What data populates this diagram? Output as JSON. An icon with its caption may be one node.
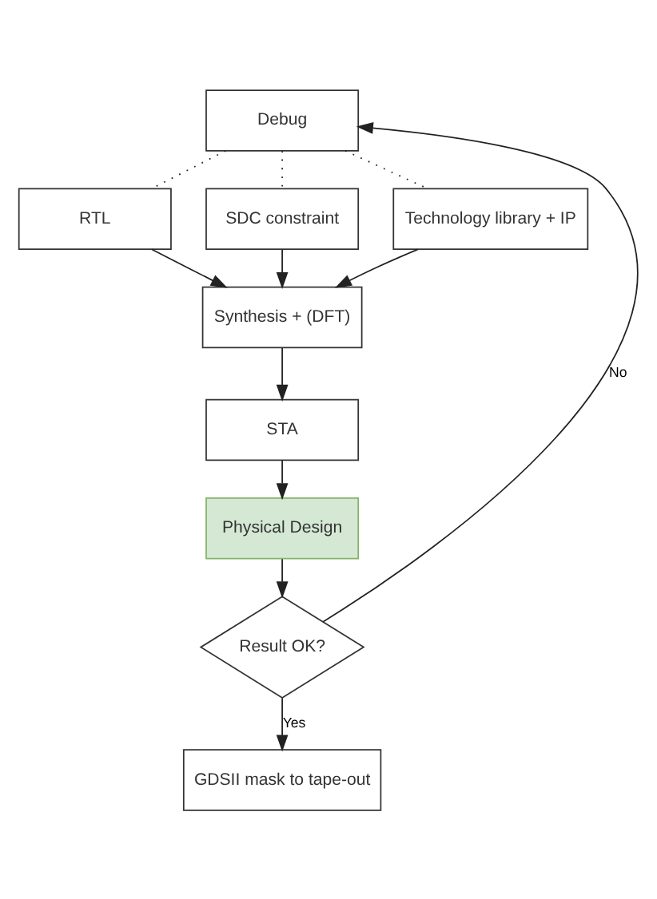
{
  "diagram": {
    "nodes": [
      {
        "text": [
          "Debug"
        ]
      },
      {
        "text": [
          "RTL"
        ]
      },
      {
        "text": [
          "SDC constraint"
        ]
      },
      {
        "text": [
          "Technology library + IP"
        ]
      },
      {
        "text": [
          "Synthesis + (DFT)"
        ]
      },
      {
        "text": [
          "STA"
        ]
      },
      {
        "text": [
          "Physical Design"
        ]
      },
      {
        "text": [
          "Result OK?"
        ]
      },
      {
        "text": [
          "GDSII mask to tape-out"
        ]
      }
    ],
    "edges": [
      {
        "from": 0,
        "to": 1,
        "arrow": "none",
        "style": "dashed"
      },
      {
        "from": 0,
        "to": 2,
        "arrow": "none",
        "style": "dashed"
      },
      {
        "from": 0,
        "to": 3,
        "arrow": "none",
        "style": "dashed"
      },
      {
        "from": 1,
        "to": 4,
        "arrow": "to"
      },
      {
        "from": 2,
        "to": 4,
        "arrow": "to"
      },
      {
        "from": 3,
        "to": 4,
        "arrow": "to"
      },
      {
        "from": 4,
        "to": 5,
        "arrow": "to"
      },
      {
        "from": 5,
        "to": 6,
        "arrow": "to"
      },
      {
        "from": 6,
        "to": 7,
        "arrow": "to"
      },
      {
        "from": 7,
        "to": 8,
        "arrow": "to",
        "label": "Yes"
      },
      {
        "from": 7,
        "to": 0,
        "arrow": "to",
        "label": "No"
      }
    ]
  }
}
